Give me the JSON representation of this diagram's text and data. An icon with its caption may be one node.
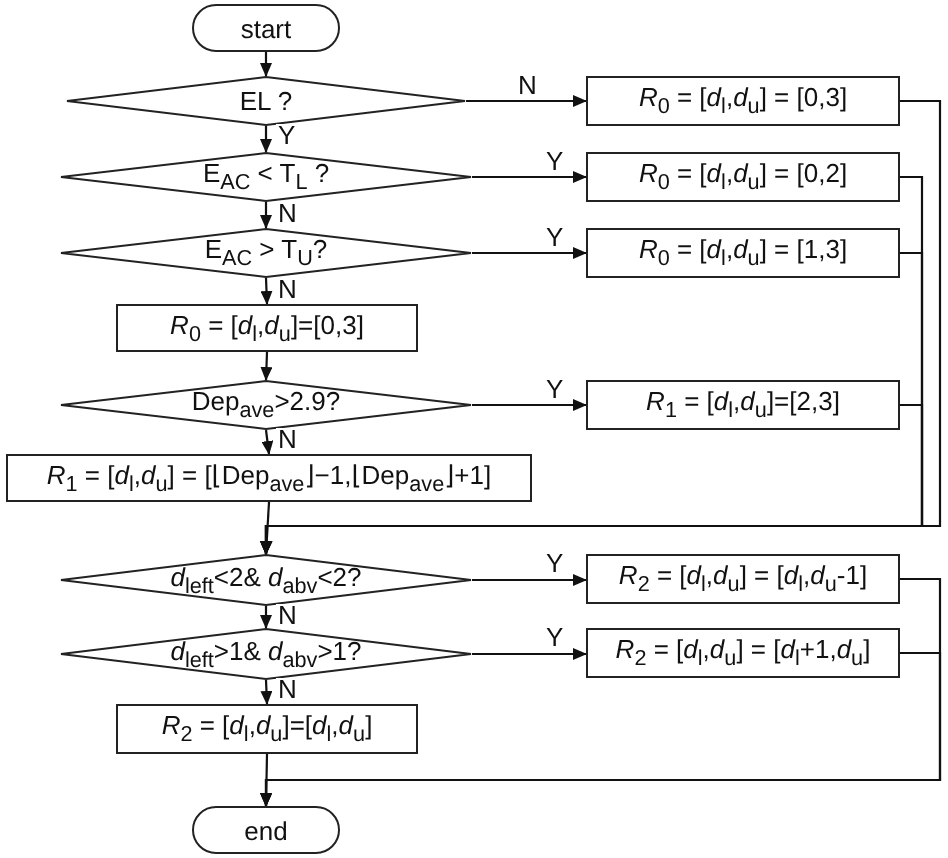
{
  "diagram": {
    "nodes": [
      {
        "text": [
          "start"
        ]
      },
      {
        "text": [
          "EL ?"
        ]
      },
      {
        "text": [
          "E$_{AC}$ < T$_{L}$ ?"
        ]
      },
      {
        "text": [
          "E$_{AC}$ > T$_{U}$?"
        ]
      },
      {
        "text": [
          "*R*$_{0}$ = [*d*$_{l}$,*d*$_{u}$]=[0,3]"
        ]
      },
      {
        "text": [
          "Dep$_{ave}$>2.9?"
        ]
      },
      {
        "text": [
          "*R*$_{1}$ = [*d*$_{l}$,*d*$_{u}$] = [⌊Dep$_{ave}$⌋−1,⌊Dep$_{ave}$⌋+1]"
        ]
      },
      {
        "text": [
          "*d*$_{left}$<2& *d*$_{abv}$<2?"
        ]
      },
      {
        "text": [
          "*d*$_{left}$>1& *d*$_{abv}$>1?"
        ]
      },
      {
        "text": [
          "*R*$_{2}$ = [*d*$_{l}$,*d*$_{u}$]=[*d*$_{l}$,*d*$_{u}$]"
        ]
      },
      {
        "text": [
          "end"
        ]
      },
      {
        "text": [
          "*R*$_{0}$ = [*d*$_{l}$,*d*$_{u}$] = [0,3]"
        ]
      },
      {
        "text": [
          "*R*$_{0}$ = [*d*$_{l}$,*d*$_{u}$] = [0,2]"
        ]
      },
      {
        "text": [
          "*R*$_{0}$ = [*d*$_{l}$,*d*$_{u}$] = [1,3]"
        ]
      },
      {
        "text": [
          "*R*$_{1}$ = [*d*$_{l}$,*d*$_{u}$]=[2,3]"
        ]
      },
      {
        "text": [
          "*R*$_{2}$ = [*d*$_{l}$,*d*$_{u}$] = [*d*$_{l}$,*d*$_{u}$-1]"
        ]
      },
      {
        "text": [
          "*R*$_{2}$ = [*d*$_{l}$,*d*$_{u}$] = [*d*$_{l}$+1,*d*$_{u}$]"
        ]
      }
    ],
    "edges": [
      {
        "from": 0,
        "to": 1,
        "arrow": "to"
      },
      {
        "from": 1,
        "to": 11,
        "label": "N",
        "arrow": "to"
      },
      {
        "from": 1,
        "to": 2,
        "label": "Y",
        "arrow": "to"
      },
      {
        "from": 2,
        "to": 12,
        "label": "Y",
        "arrow": "to"
      },
      {
        "from": 2,
        "to": 3,
        "label": "N",
        "arrow": "to"
      },
      {
        "from": 3,
        "to": 13,
        "label": "Y",
        "arrow": "to"
      },
      {
        "from": 3,
        "to": 4,
        "label": "N",
        "arrow": "to"
      },
      {
        "from": 4,
        "to": 5,
        "arrow": "to"
      },
      {
        "from": 5,
        "to": 14,
        "label": "Y",
        "arrow": "to"
      },
      {
        "from": 5,
        "to": 6,
        "label": "N",
        "arrow": "to"
      },
      {
        "from": 6,
        "to": 7,
        "arrow": "to"
      },
      {
        "from": 11,
        "to": 7,
        "arrow": "to"
      },
      {
        "from": 12,
        "to": 7,
        "arrow": "to"
      },
      {
        "from": 13,
        "to": 7,
        "arrow": "to"
      },
      {
        "from": 14,
        "to": 7,
        "arrow": "to"
      },
      {
        "from": 7,
        "to": 15,
        "label": "Y",
        "arrow": "to"
      },
      {
        "from": 7,
        "to": 8,
        "label": "N",
        "arrow": "to"
      },
      {
        "from": 8,
        "to": 16,
        "label": "Y",
        "arrow": "to"
      },
      {
        "from": 8,
        "to": 9,
        "label": "N",
        "arrow": "to"
      },
      {
        "from": 9,
        "to": 10,
        "arrow": "to"
      },
      {
        "from": 15,
        "to": 10,
        "arrow": "to"
      },
      {
        "from": 16,
        "to": 10,
        "arrow": "to"
      }
    ]
  }
}
